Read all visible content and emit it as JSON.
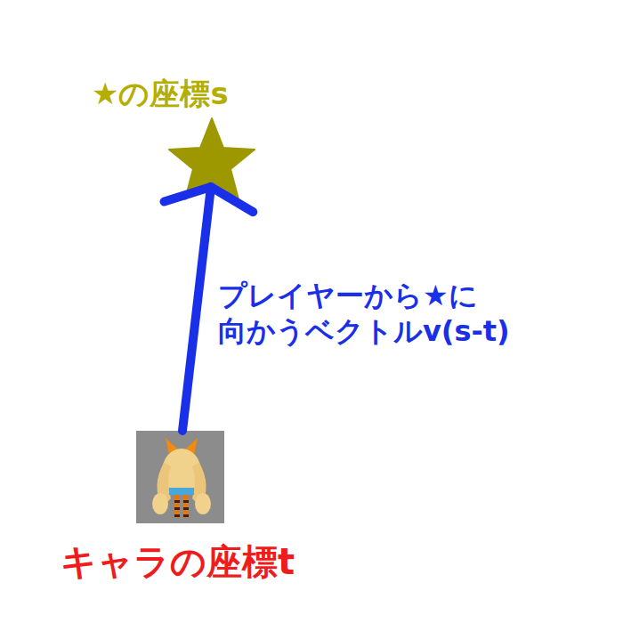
{
  "diagram": {
    "nodes": [
      {
        "text": [
          "★の座標s"
        ]
      },
      {
        "text": [
          "キャラの座標t"
        ]
      }
    ],
    "edges": [
      {
        "from": 1,
        "to": 0,
        "arrow": "to",
        "label": "プレイヤーから★に 向かうベクトルv(s-t)"
      }
    ]
  }
}
